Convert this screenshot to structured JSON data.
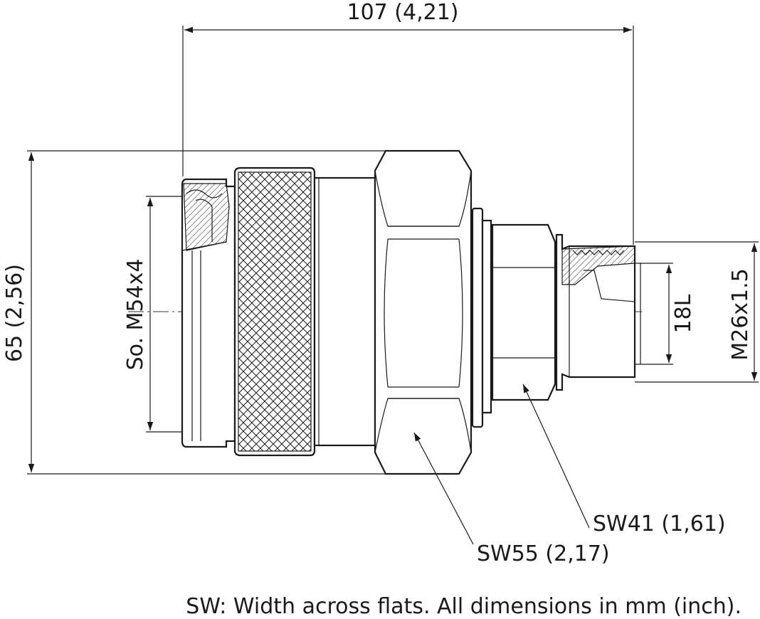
{
  "dimensions": {
    "overall_length": "107 (4,21)",
    "overall_diameter": "65 (2,56)",
    "socket_thread": "So. M54x4",
    "thread_depth": "18L",
    "male_thread": "M26x1.5"
  },
  "callouts": {
    "hex_large": "SW55 (2,17)",
    "hex_small": "SW41 (1,61)"
  },
  "footnote": "SW: Width across flats. All dimensions in mm (inch).",
  "colors": {
    "line": "#1a1a1a",
    "background": "#ffffff"
  }
}
